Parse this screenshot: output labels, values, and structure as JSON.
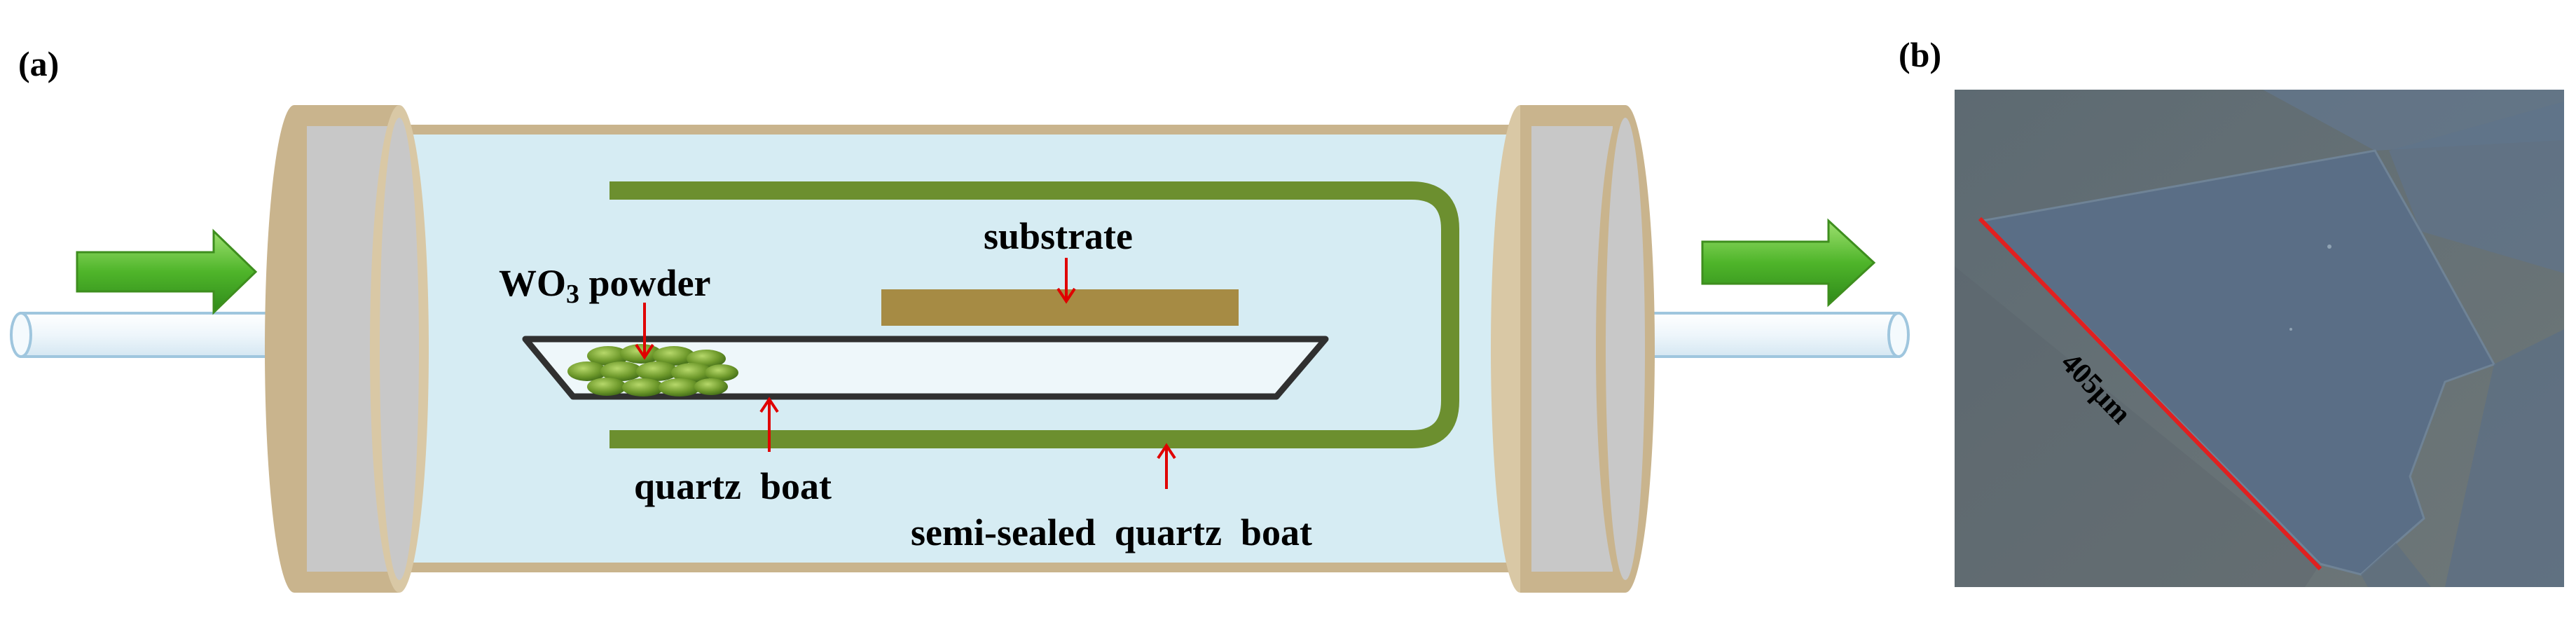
{
  "panel_a": {
    "tag": "(a)",
    "labels": {
      "substrate": "substrate",
      "powder_main": "WO",
      "powder_sub": "3",
      "powder_tail": " powder",
      "quartz_boat": "quartz  boat",
      "semi_sealed": "semi-sealed  quartz  boat"
    },
    "colors": {
      "tube_fill": "#d6ecf3",
      "flange": "#c9b48d",
      "flange_inner": "#c8c8c8",
      "semi_boat": "#6c8f2f",
      "substrate": "#a68b44",
      "arrow_green": "#55b82c",
      "label_arrow": "#e00000"
    }
  },
  "panel_b": {
    "tag": "(b)",
    "scale_label": "405μm",
    "colors": {
      "background": "#6a7378",
      "flake": "#5b6f85",
      "scale_line": "#e02020"
    }
  }
}
